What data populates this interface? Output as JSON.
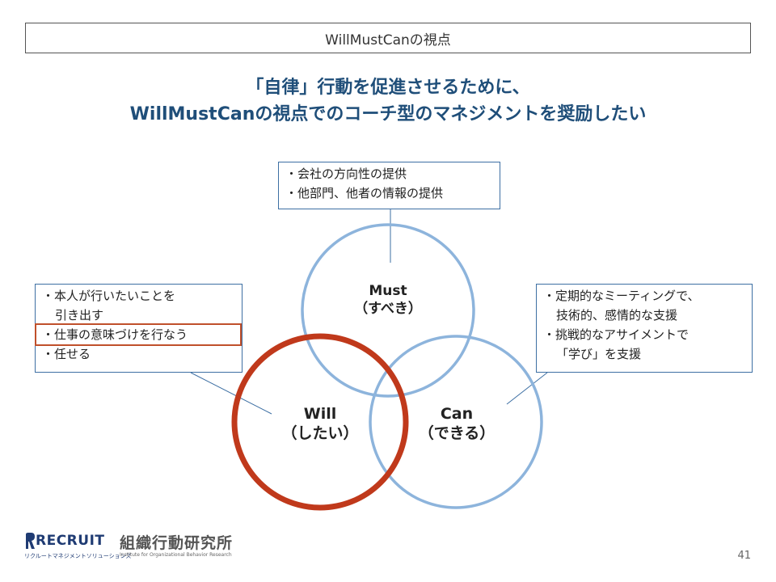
{
  "header": {
    "title": "WillMustCanの視点"
  },
  "headline": {
    "line1": "「自律」行動を促進させるために、",
    "line2": "WillMustCanの視点でのコーチ型のマネジメントを奨励したい"
  },
  "circles": {
    "must": {
      "name": "Must",
      "sub": "（すべき）"
    },
    "will": {
      "name": "Will",
      "sub": "（したい）"
    },
    "can": {
      "name": "Can",
      "sub": "（できる）"
    }
  },
  "notes": {
    "top": [
      "・会社の方向性の提供",
      "・他部門、他者の情報の提供"
    ],
    "left": [
      "・本人が行いたいことを",
      "引き出す",
      "・仕事の意味づけを行なう",
      "・任せる"
    ],
    "right": [
      "・定期的なミーティングで、",
      "技術的、感情的な支援",
      "・挑戦的なアサイメントで",
      "「学び」を支援"
    ]
  },
  "colors": {
    "circle_blue": "#8db4dc",
    "circle_red": "#c0391b",
    "headline": "#1f4e79",
    "box_border": "#3d6fa3",
    "highlight": "#c0502b"
  },
  "footer": {
    "recruit_logo": "RECRUIT",
    "recruit_sub": "リクルートマネジメントソリューションズ",
    "lab_logo": "組織行動研究所",
    "lab_sub": "Institute for Organizational Behavior Research",
    "page_number": "41"
  }
}
